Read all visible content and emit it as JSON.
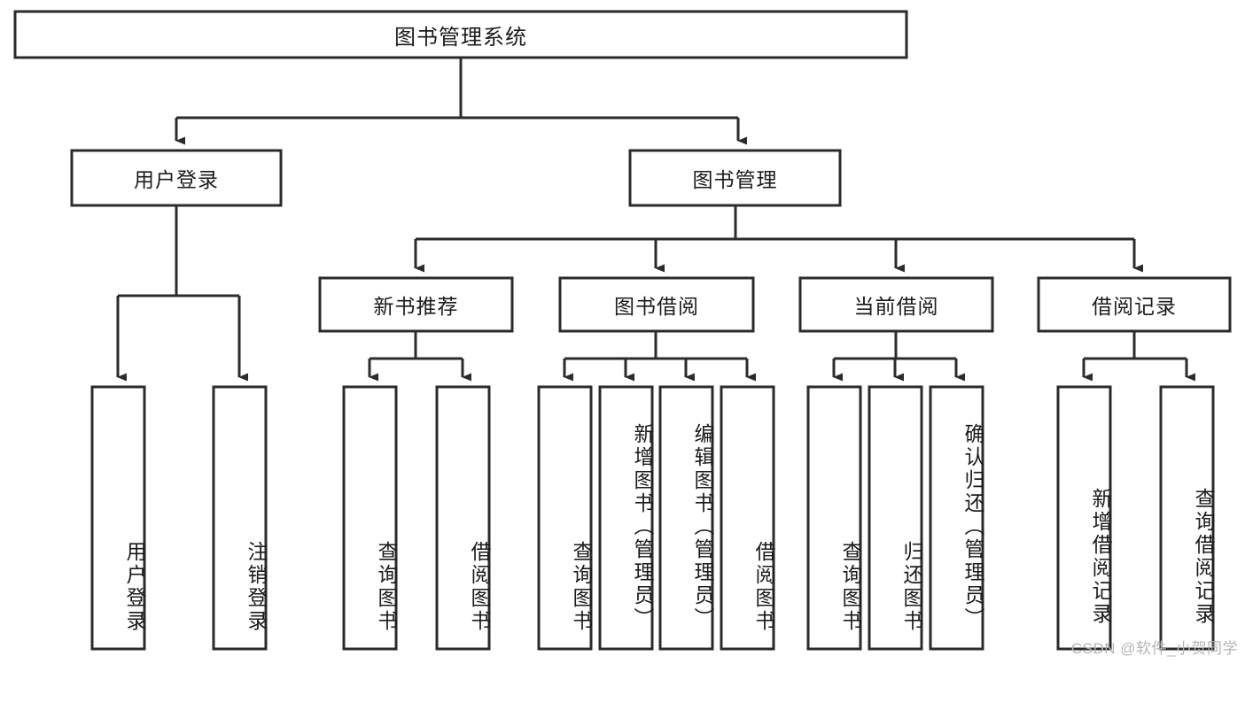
{
  "diagram": {
    "type": "hierarchy-tree",
    "title": "图书管理系统",
    "orientation": "top-down",
    "colors": {
      "box_fill": "#ffffff",
      "box_stroke": "#2b2b2b",
      "text": "#1b1b1b",
      "watermark": "#b4b4b4",
      "background": "#ffffff"
    },
    "root": {
      "label": "图书管理系统"
    },
    "level1": [
      {
        "id": "user-login",
        "label": "用户登录"
      },
      {
        "id": "book-management",
        "label": "图书管理"
      }
    ],
    "level2": [
      {
        "id": "new-book-recommend",
        "label": "新书推荐",
        "parent": "book-management"
      },
      {
        "id": "book-borrow",
        "label": "图书借阅",
        "parent": "book-management"
      },
      {
        "id": "current-borrow",
        "label": "当前借阅",
        "parent": "book-management"
      },
      {
        "id": "borrow-record",
        "label": "借阅记录",
        "parent": "book-management"
      }
    ],
    "leaves": {
      "user-login": [
        {
          "id": "leaf-user-login",
          "label": "用户登录"
        },
        {
          "id": "leaf-logout",
          "label": "注销登录"
        }
      ],
      "new-book-recommend": [
        {
          "id": "leaf-query-book-1",
          "label": "查询图书"
        },
        {
          "id": "leaf-borrow-book-1",
          "label": "借阅图书"
        }
      ],
      "book-borrow": [
        {
          "id": "leaf-query-book-2",
          "label": "查询图书"
        },
        {
          "id": "leaf-add-book",
          "label": "新增图书（管理员）"
        },
        {
          "id": "leaf-edit-book",
          "label": "编辑图书（管理员）"
        },
        {
          "id": "leaf-borrow-book-2",
          "label": "借阅图书"
        }
      ],
      "current-borrow": [
        {
          "id": "leaf-query-book-3",
          "label": "查询图书"
        },
        {
          "id": "leaf-return-book",
          "label": "归还图书"
        },
        {
          "id": "leaf-confirm-return",
          "label": "确认归还（管理员）"
        }
      ],
      "borrow-record": [
        {
          "id": "leaf-add-record",
          "label": "新增借阅记录"
        },
        {
          "id": "leaf-query-record",
          "label": "查询借阅记录"
        }
      ]
    }
  },
  "watermark": {
    "text": "CSDN @软件_小贺同学"
  }
}
